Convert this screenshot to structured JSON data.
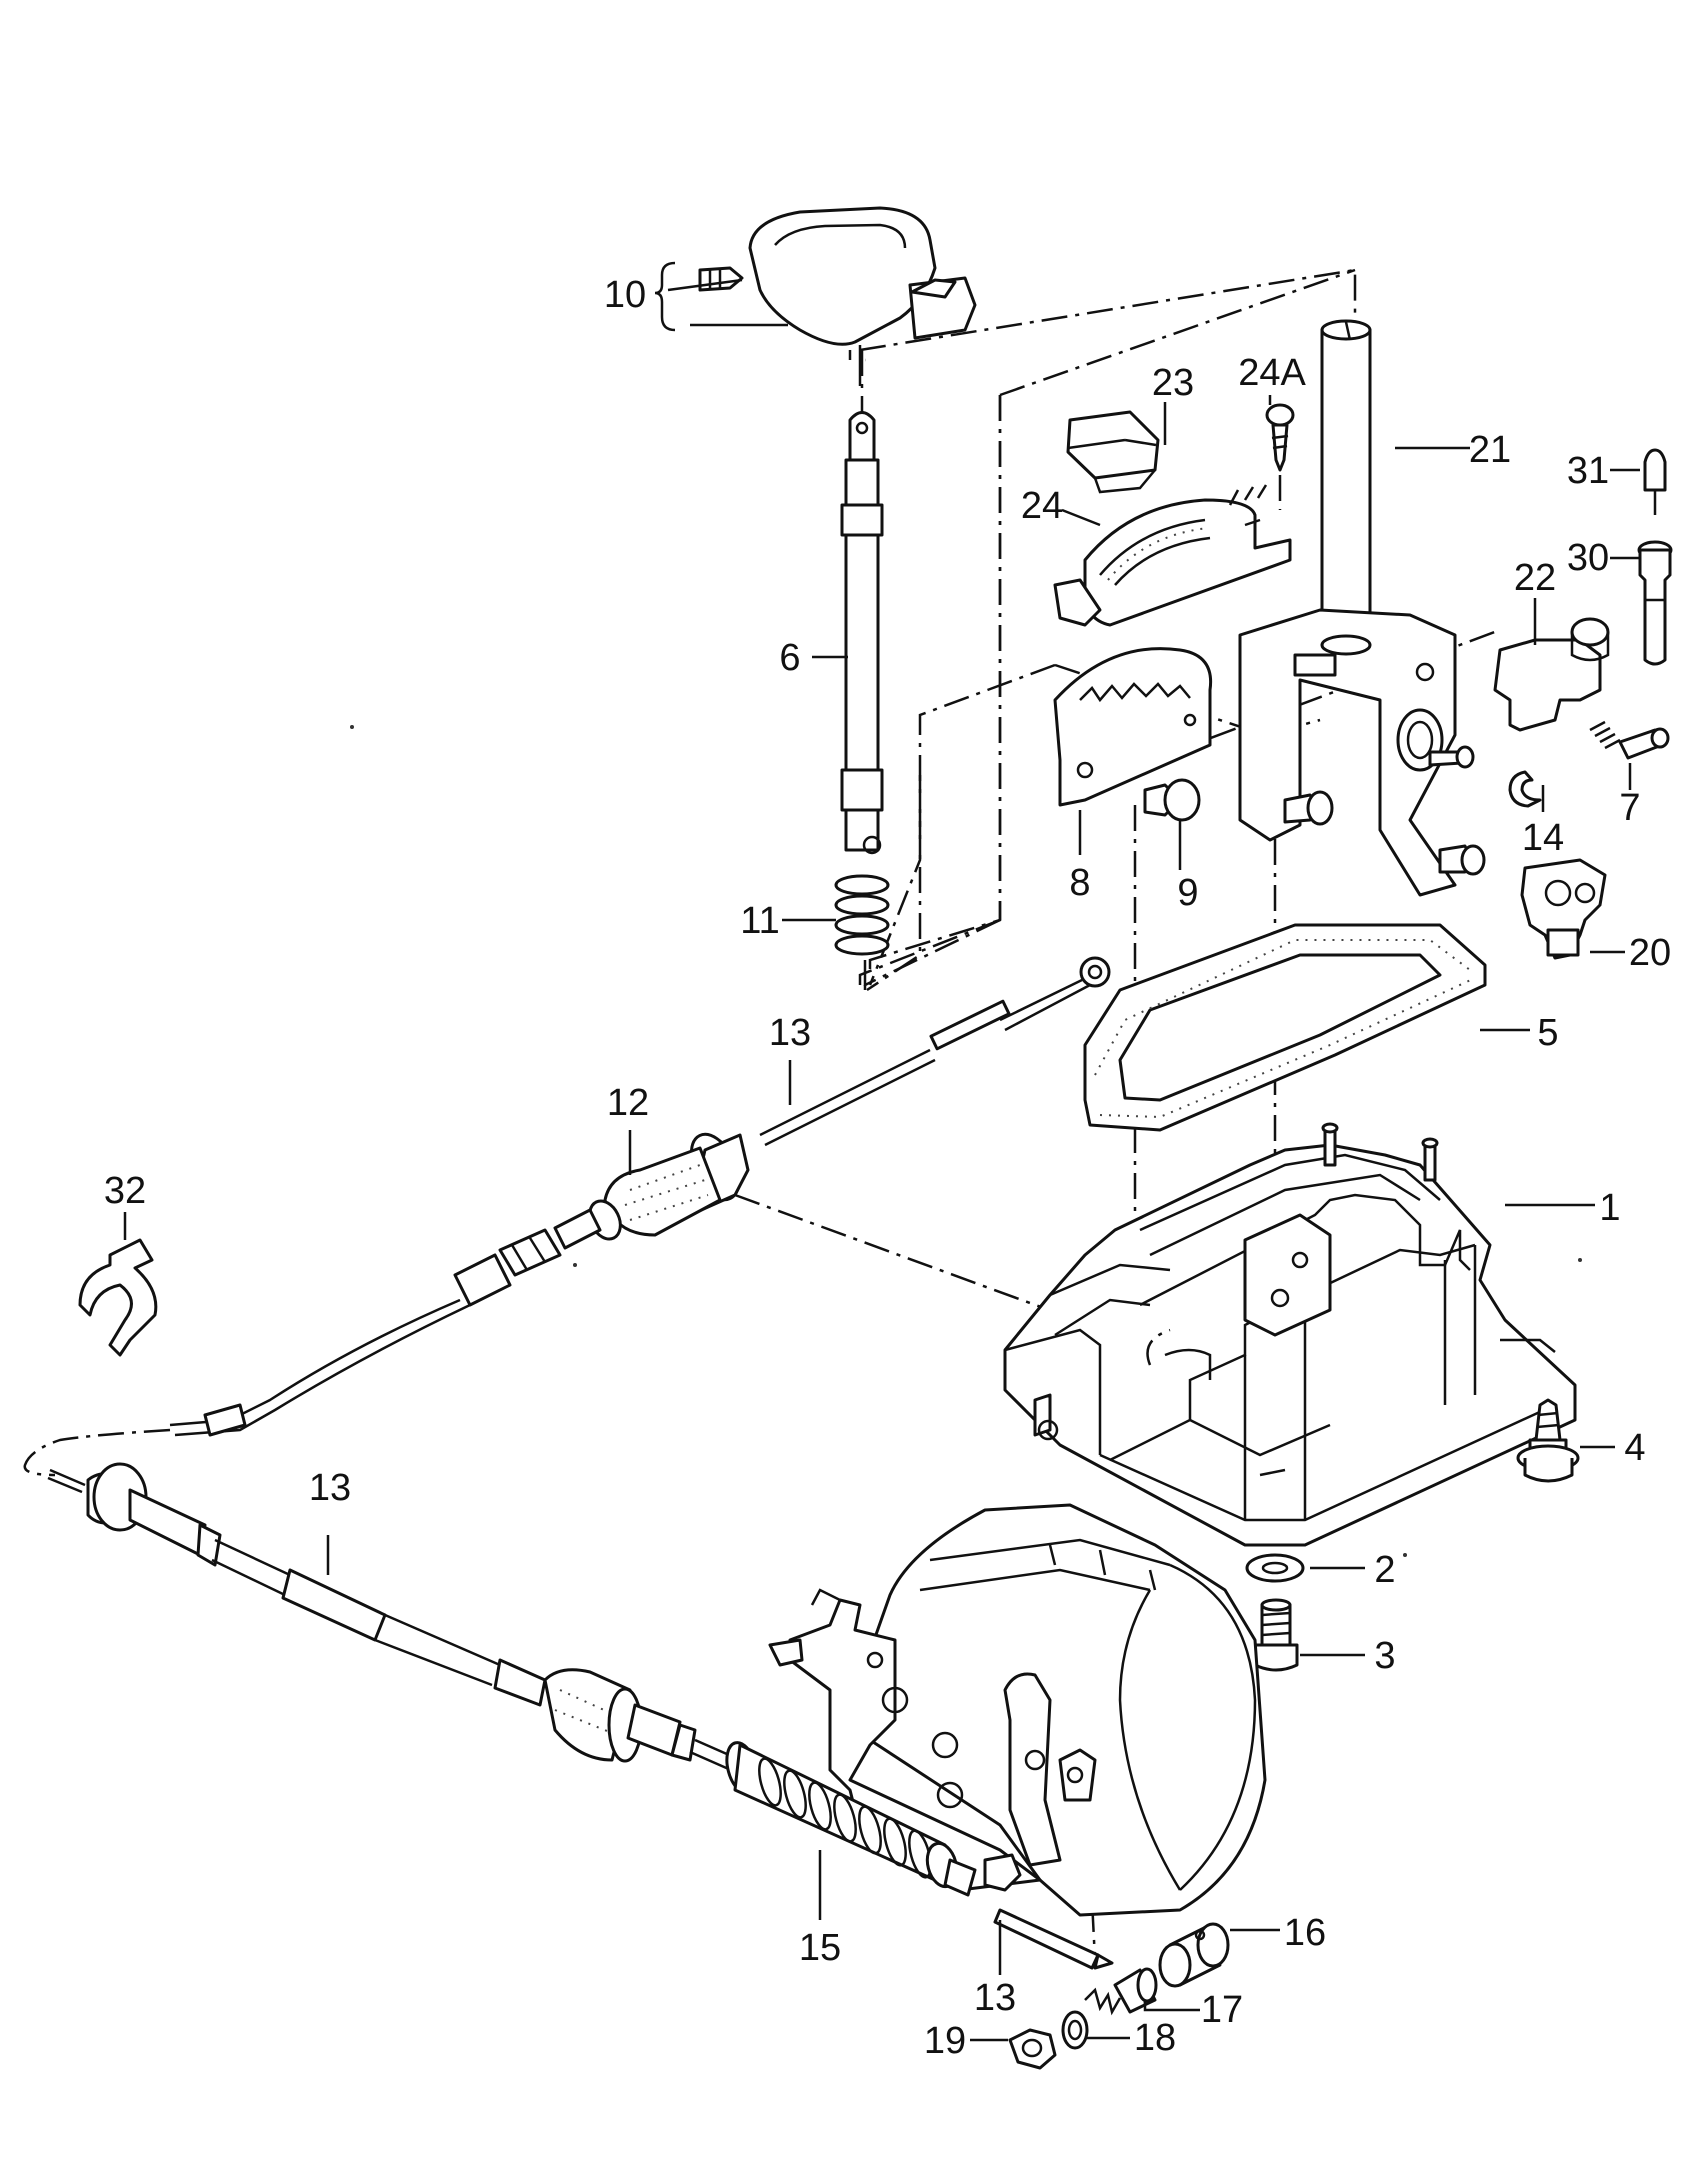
{
  "diagram": {
    "labels": [
      {
        "id": "1",
        "text": "1"
      },
      {
        "id": "2",
        "text": "2"
      },
      {
        "id": "3",
        "text": "3"
      },
      {
        "id": "4",
        "text": "4"
      },
      {
        "id": "5",
        "text": "5"
      },
      {
        "id": "6",
        "text": "6"
      },
      {
        "id": "7",
        "text": "7"
      },
      {
        "id": "8",
        "text": "8"
      },
      {
        "id": "9",
        "text": "9"
      },
      {
        "id": "10",
        "text": "10"
      },
      {
        "id": "11",
        "text": "11"
      },
      {
        "id": "12",
        "text": "12"
      },
      {
        "id": "13a",
        "text": "13"
      },
      {
        "id": "13b",
        "text": "13"
      },
      {
        "id": "13c",
        "text": "13"
      },
      {
        "id": "14",
        "text": "14"
      },
      {
        "id": "15",
        "text": "15"
      },
      {
        "id": "16",
        "text": "16"
      },
      {
        "id": "17",
        "text": "17"
      },
      {
        "id": "18",
        "text": "18"
      },
      {
        "id": "19",
        "text": "19"
      },
      {
        "id": "20",
        "text": "20"
      },
      {
        "id": "21",
        "text": "21"
      },
      {
        "id": "22",
        "text": "22"
      },
      {
        "id": "23",
        "text": "23"
      },
      {
        "id": "24",
        "text": "24"
      },
      {
        "id": "24A",
        "text": "24A"
      },
      {
        "id": "30",
        "text": "30"
      },
      {
        "id": "31",
        "text": "31"
      },
      {
        "id": "32",
        "text": "32"
      }
    ]
  }
}
